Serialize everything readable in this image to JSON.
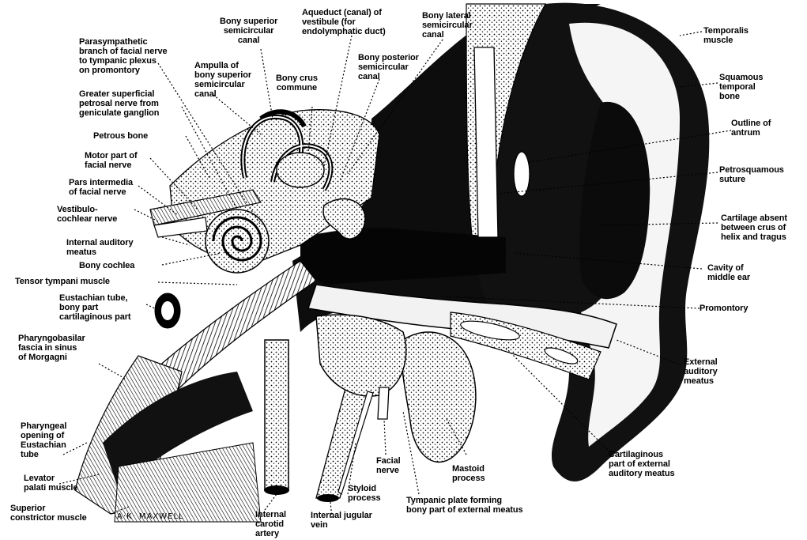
{
  "labels": {
    "parasympathetic": "Parasympathetic\nbranch of facial nerve\nto tympanic plexus\non promontory",
    "greater_superficial": "Greater superficial\npetrosal nerve from\ngeniculate ganglion",
    "petrous_bone": "Petrous bone",
    "motor_part": "Motor part of\nfacial nerve",
    "pars_intermedia": "Pars intermedia\nof facial nerve",
    "vestibulocochlear": "Vestibulo-\ncochlear nerve",
    "internal_auditory_meatus": "Internal auditory\nmeatus",
    "bony_cochlea": "Bony cochlea",
    "tensor_tympani": "Tensor tympani muscle",
    "eustachian_bony": "Eustachian tube,\nbony part\ncartilaginous part",
    "pharyngobasilar": "Pharyngobasilar\nfascia in sinus\nof Morgagni",
    "pharyngeal_opening": "Pharyngeal\nopening of\nEustachian\ntube",
    "levator_palati": "Levator\npalati muscle",
    "superior_constrictor": "Superior\nconstrictor muscle",
    "bony_superior_canal": "Bony superior\nsemicircular\ncanal",
    "ampulla": "Ampulla of\nbony superior\nsemicircular\ncanal",
    "bony_crus": "Bony crus\ncommune",
    "aqueduct": "Aqueduct (canal) of\nvestibule (for\nendolymphatic duct)",
    "bony_lateral": "Bony lateral\nsemicircular\ncanal",
    "bony_posterior": "Bony posterior\nsemicircular\ncanal",
    "temporalis": "Temporalis\nmuscle",
    "squamous_temporal": "Squamous\ntemporal\nbone",
    "outline_antrum": "Outline of\nantrum",
    "petrosquamous": "Petrosquamous\nsuture",
    "cartilage_absent": "Cartilage absent\nbetween crus of\nhelix and tragus",
    "cavity_middle_ear": "Cavity of\nmiddle ear",
    "promontory": "Promontory",
    "external_auditory_meatus": "External\nauditory\nmeatus",
    "cartilaginous_part": "Cartilaginous\npart of external\nauditory meatus",
    "mastoid_process": "Mastoid\nprocess",
    "tympanic_plate": "Tympanic plate forming\nbony part of external meatus",
    "facial_nerve": "Facial\nnerve",
    "styloid_process": "Styloid\nprocess",
    "internal_jugular": "Internal jugular\nvein",
    "internal_carotid": "Internal\ncarotid\nartery"
  },
  "signature": "A·K· MAXWELL"
}
